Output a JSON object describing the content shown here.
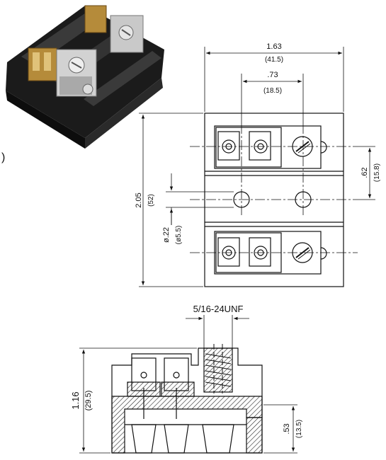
{
  "stray_char": ")",
  "top_view": {
    "width_in": "1.63",
    "width_mm": "(41.5)",
    "pitch_in": ".73",
    "pitch_mm": "(18.5)",
    "height_in": "2.05",
    "height_mm": "(52)",
    "offset_in": ".62",
    "offset_mm": "(15.8)",
    "hole_in": "ø.22",
    "hole_mm": "(ø5.5)"
  },
  "side_view": {
    "thread": "5/16-24UNF",
    "height_in": "1.16",
    "height_mm": "(29.5)",
    "base_in": ".53",
    "base_mm": "(13.5)"
  }
}
